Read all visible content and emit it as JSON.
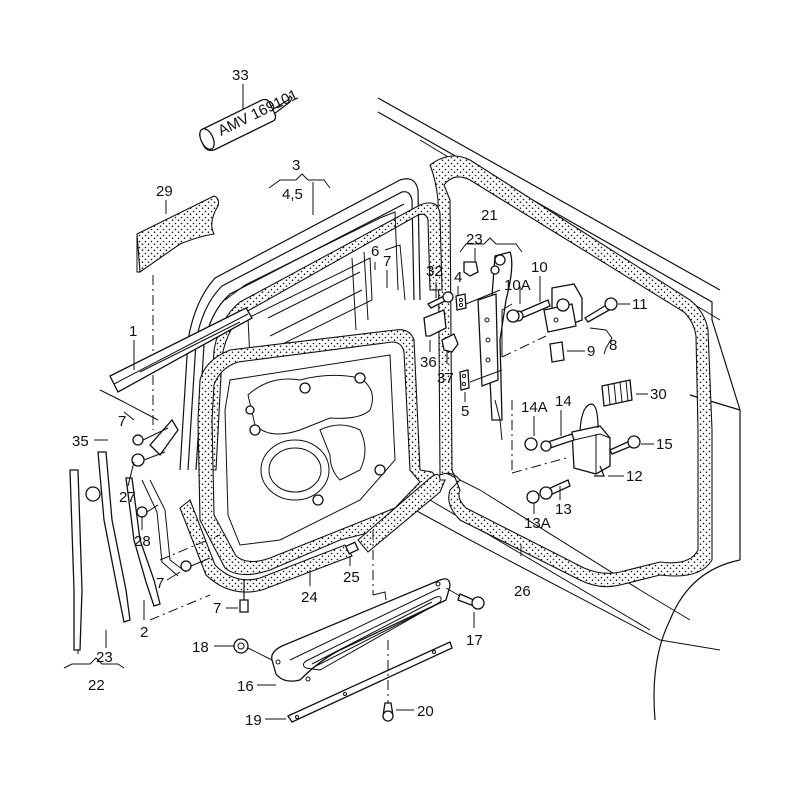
{
  "diagram": {
    "title": "Rear door seals, hinges and sill trim — exploded parts view",
    "tool_text": "AMV 169101",
    "callouts": [
      {
        "id": "33",
        "part": "sealant-tube"
      },
      {
        "id": "3",
        "part": "window-channel-group"
      },
      {
        "id": "4,5",
        "part": "window-channel-sub"
      },
      {
        "id": "29",
        "part": "sound-insulation-pad"
      },
      {
        "id": "1",
        "part": "door-frame-seal"
      },
      {
        "id": "6",
        "part": "guide-strip"
      },
      {
        "id": "7",
        "part": "screw"
      },
      {
        "id": "21",
        "part": "pillar-trim-group"
      },
      {
        "id": "23",
        "part": "clip"
      },
      {
        "id": "32",
        "part": "screw"
      },
      {
        "id": "4",
        "part": "plate"
      },
      {
        "id": "10",
        "part": "hinge-bolt"
      },
      {
        "id": "10A",
        "part": "hinge-nut"
      },
      {
        "id": "11",
        "part": "hinge-screw"
      },
      {
        "id": "8",
        "part": "upper-hinge-group"
      },
      {
        "id": "9",
        "part": "hinge-pin"
      },
      {
        "id": "36",
        "part": "bracket"
      },
      {
        "id": "37",
        "part": "stop-buffer"
      },
      {
        "id": "5",
        "part": "plate"
      },
      {
        "id": "30",
        "part": "buffer"
      },
      {
        "id": "14A",
        "part": "nut"
      },
      {
        "id": "14",
        "part": "bolt"
      },
      {
        "id": "15",
        "part": "screw"
      },
      {
        "id": "12",
        "part": "lower-hinge"
      },
      {
        "id": "13",
        "part": "bolt"
      },
      {
        "id": "13A",
        "part": "nut"
      },
      {
        "id": "35",
        "part": "cap"
      },
      {
        "id": "27",
        "part": "clip"
      },
      {
        "id": "28",
        "part": "plug"
      },
      {
        "id": "2",
        "part": "trim-strip"
      },
      {
        "id": "23",
        "part": "seal-strip"
      },
      {
        "id": "22",
        "part": "seal-group"
      },
      {
        "id": "24",
        "part": "door-seal"
      },
      {
        "id": "25",
        "part": "connector"
      },
      {
        "id": "26",
        "part": "body-seal"
      },
      {
        "id": "17",
        "part": "screw"
      },
      {
        "id": "18",
        "part": "nut"
      },
      {
        "id": "16",
        "part": "sill-trim"
      },
      {
        "id": "19",
        "part": "sill-strip"
      },
      {
        "id": "20",
        "part": "clip"
      }
    ]
  }
}
